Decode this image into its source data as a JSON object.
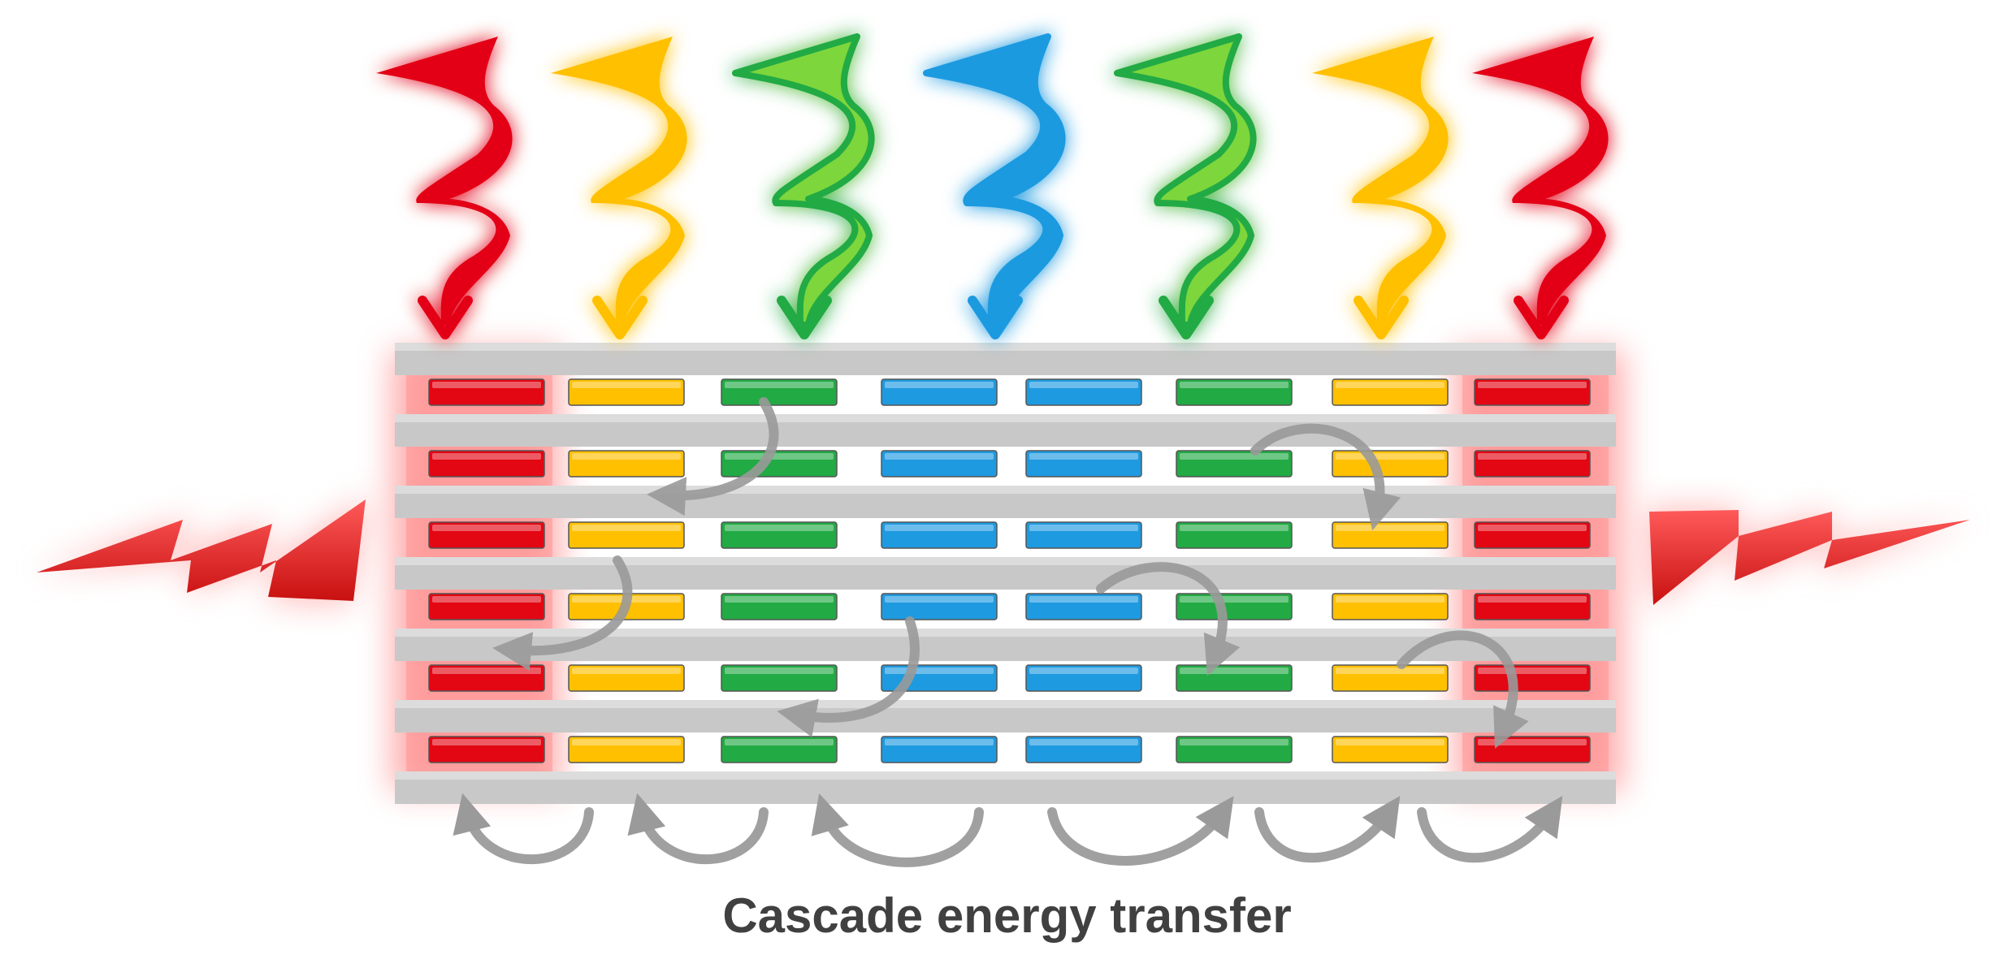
{
  "caption": "Cascade energy transfer",
  "colors": {
    "red": "#e30613",
    "yellow": "#ffc000",
    "green": "#22aa44",
    "blue": "#1e9ae0",
    "lime": "#7dd63b",
    "gray": "#b0b0b0",
    "arrow_gray": "#999999"
  },
  "incoming_light": [
    "red",
    "yellow",
    "green",
    "blue",
    "green",
    "yellow",
    "red"
  ],
  "layer_columns": [
    "red",
    "yellow",
    "green",
    "blue",
    "blue",
    "green",
    "yellow",
    "red"
  ],
  "layers": 6,
  "emission": [
    "red-left",
    "red-right"
  ]
}
